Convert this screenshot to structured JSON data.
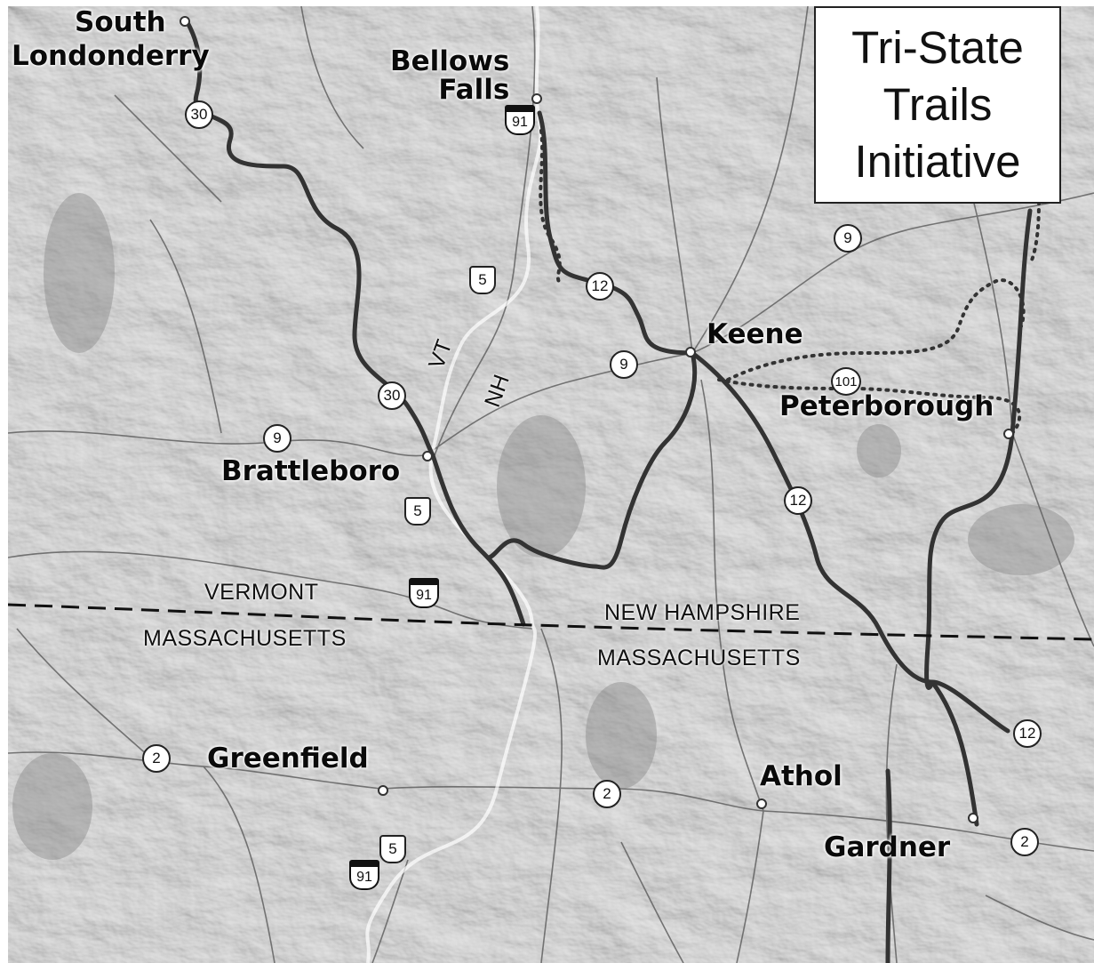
{
  "title": {
    "line1": "Tri-State",
    "line2": "Trails",
    "line3": "Initiative"
  },
  "cities": {
    "south_londonderry": {
      "line1": "South",
      "line2": "Londonderry"
    },
    "bellows_falls": {
      "line1": "Bellows",
      "line2": "Falls"
    },
    "keene": "Keene",
    "peterborough": "Peterborough",
    "brattleboro": "Brattleboro",
    "greenfield": "Greenfield",
    "athol": "Athol",
    "gardner": "Gardner"
  },
  "states": {
    "vermont": "VERMONT",
    "massachusetts_west": "MASSACHUSETTS",
    "new_hampshire": "NEW HAMPSHIRE",
    "massachusetts_east": "MASSACHUSETTS",
    "vt": "VT",
    "nh": "NH"
  },
  "routes": {
    "r30_north": "30",
    "r30_mid": "30",
    "r9_nh_north": "9",
    "r9_keene": "9",
    "r9_vt": "9",
    "r12_north": "12",
    "r12_mid": "12",
    "r12_east": "12",
    "r101": "101",
    "r2_west": "2",
    "r2_mid": "2",
    "r2_east": "2",
    "us5_north": "5",
    "us5_mid": "5",
    "us5_south": "5",
    "i91_north": "91",
    "i91_mid": "91",
    "i91_south": "91"
  },
  "colors": {
    "terrain": "#c8c8c8",
    "trail": "#3a3a3a",
    "border": "#111111"
  }
}
